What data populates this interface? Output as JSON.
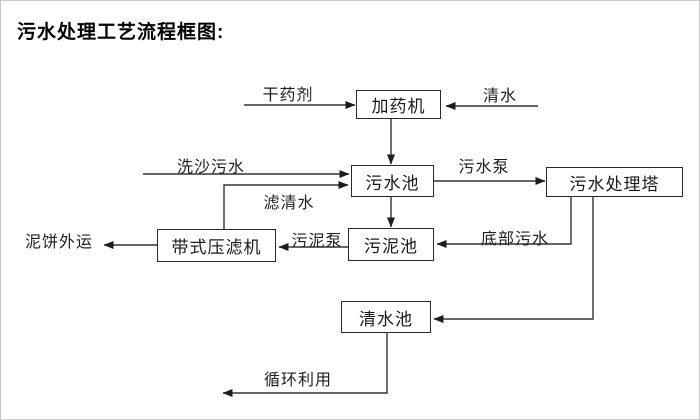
{
  "title": "污水处理工艺流程框图:",
  "nodes": {
    "dosing_machine": "加药机",
    "sewage_pool": "污水池",
    "treatment_tower": "污水处理塔",
    "sludge_pool": "污泥池",
    "belt_filter_press": "带式压滤机",
    "clear_water_pool": "清水池"
  },
  "edge_labels": {
    "dry_chemical": "干药剂",
    "clear_water": "清水",
    "sand_washing_sewage": "洗沙污水",
    "filtered_water": "滤清水",
    "sewage_pump": "污水泵",
    "bottom_sewage": "底部污水",
    "sludge_pump": "污泥泵",
    "mud_cake_out": "泥饼外运",
    "recycling": "循环利用"
  },
  "colors": {
    "line": "#333333",
    "arrowhead": "#1c1c1c",
    "background": "#ffffff",
    "text": "#111111"
  }
}
